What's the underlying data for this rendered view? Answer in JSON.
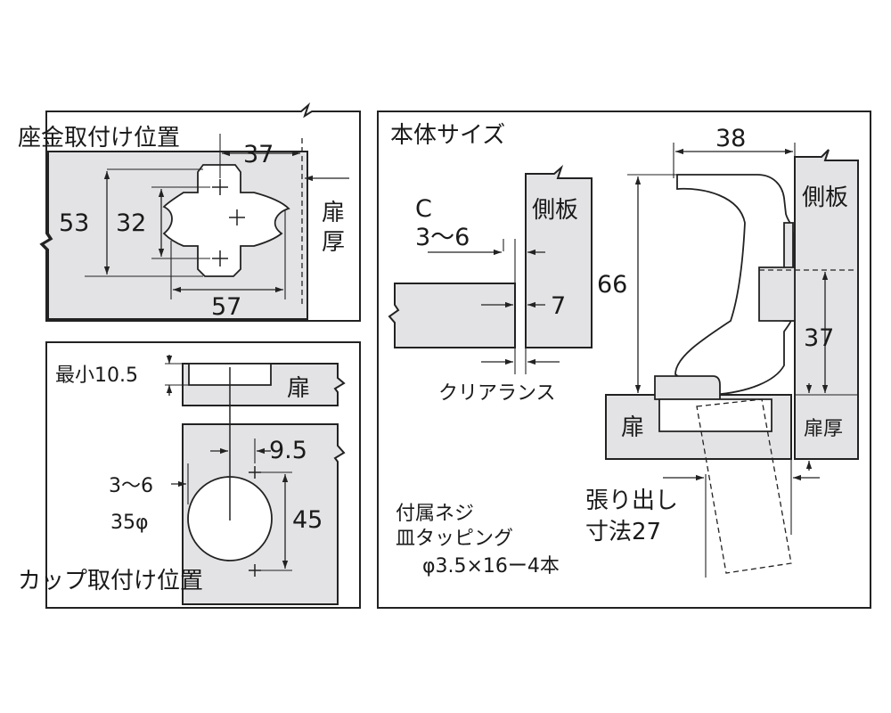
{
  "colors": {
    "line": "#222222",
    "plate_fill": "#e3e3e5",
    "background": "#ffffff"
  },
  "top_left": {
    "title": "座金取付け位置",
    "dim_37": "37",
    "dim_53": "53",
    "dim_32": "32",
    "dim_57": "57",
    "door_thickness_line1": "扉",
    "door_thickness_line2": "厚"
  },
  "bottom_left": {
    "title": "カップ取付け位置",
    "min_depth": "最小10.5",
    "door": "扉",
    "dim_9_5": "9.5",
    "dim_3_6": "3～6",
    "dim_35phi": "35φ",
    "dim_45": "45"
  },
  "right": {
    "title": "本体サイズ",
    "chamfer_c": "C",
    "chamfer_range": "3～6",
    "side_panel_left": "側板",
    "dim_7": "7",
    "clearance": "クリアランス",
    "dim_38": "38",
    "side_panel_right": "側板",
    "dim_66": "66",
    "dim_37": "37",
    "door": "扉",
    "door_thickness": "扉厚",
    "overhang_line1": "張り出し",
    "overhang_line2": "寸法27",
    "screws_line1": "付属ネジ",
    "screws_line2": "皿タッピング",
    "screws_line3": "φ3.5×16ー4本"
  },
  "icons": [
    "break-mark-icon",
    "arrowhead-icon",
    "center-mark-icon"
  ]
}
